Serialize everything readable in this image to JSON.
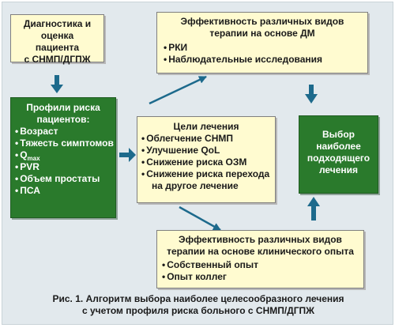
{
  "diagnostics": {
    "lines": [
      "Диагностика и оценка",
      "пациента",
      "с СНМП/ДГПЖ"
    ]
  },
  "profiles": {
    "title_lines": [
      "Профили риска",
      "пациентов:"
    ],
    "items": [
      "Возраст",
      "Тяжесть симптомов",
      "PVR",
      "Объем простаты",
      "ПСА"
    ],
    "qmax": {
      "main": "Q",
      "sub": "max"
    }
  },
  "efficacy_dm": {
    "title_lines": [
      "Эффективность различных видов",
      "терапии на основе ДМ"
    ],
    "items": [
      "РКИ",
      "Наблюдательные исследования"
    ]
  },
  "goals": {
    "title": "Цели лечения",
    "items": [
      "Облегчение СНМП",
      "Улучшение QoL",
      "Снижение риска ОЗМ",
      "Снижение риска перехода"
    ],
    "continuation": "на другое лечение"
  },
  "choice": {
    "lines": [
      "Выбор",
      "наиболее",
      "подходящего",
      "лечения"
    ]
  },
  "efficacy_clinical": {
    "title_lines": [
      "Эффективность различных видов",
      "терапии на основе клинического опыта"
    ],
    "items": [
      "Собственный опыт",
      "Опыт коллег"
    ]
  },
  "caption": {
    "lines": [
      "Рис. 1. Алгоритм выбора наиболее целесообразного лечения",
      "с учетом профиля риска больного с СНМП/ДГПЖ"
    ]
  },
  "colors": {
    "box_fill": "#fffbd0",
    "green_fill": "#2a7a2c",
    "arrow": "#1d6a8c",
    "background": "#e2e9ed"
  }
}
